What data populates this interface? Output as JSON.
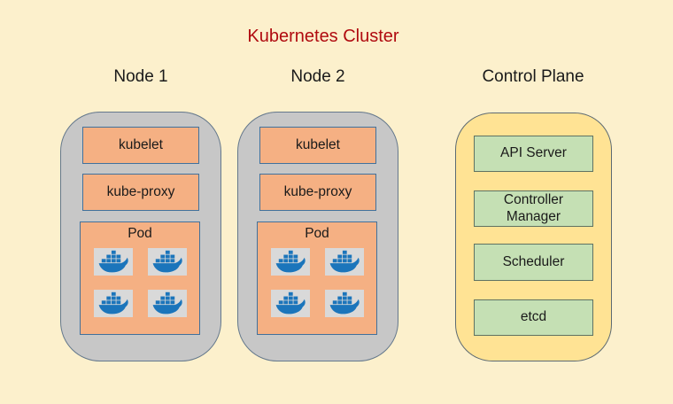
{
  "title": "Kubernetes Cluster",
  "nodes": [
    {
      "header": "Node 1",
      "components": [
        "kubelet",
        "kube-proxy"
      ],
      "pod": {
        "label": "Pod",
        "container_icon": "docker-whale-icon",
        "container_count": 4
      }
    },
    {
      "header": "Node 2",
      "components": [
        "kubelet",
        "kube-proxy"
      ],
      "pod": {
        "label": "Pod",
        "container_icon": "docker-whale-icon",
        "container_count": 4
      }
    }
  ],
  "control_plane": {
    "header": "Control Plane",
    "components": [
      "API Server",
      "Controller Manager",
      "Scheduler",
      "etcd"
    ]
  },
  "colors": {
    "background": "#FCF0CC",
    "title_red": "#B00B10",
    "node_fill": "#C7C7C7",
    "node_border": "#64788C",
    "node_component_fill": "#F5B083",
    "node_component_border": "#41719C",
    "control_fill": "#FFE394",
    "control_border": "#5C6A72",
    "control_component_fill": "#C5E0B4",
    "control_component_border": "#5F7262",
    "docker_blue": "#1B75BB",
    "docker_tile_gray": "#D9D9D9"
  }
}
